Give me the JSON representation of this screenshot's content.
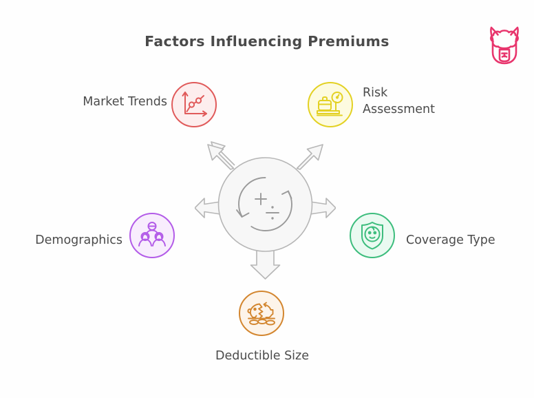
{
  "diagram": {
    "title": "Factors Influencing Premiums",
    "type": "radial-hub-and-spoke",
    "background_color": "#fefefe",
    "title_color": "#4a4a4a",
    "label_color": "#4b4b4b"
  },
  "logo": {
    "name": "alpaca-logo",
    "color": "#e8356d"
  },
  "hub": {
    "name": "central-hub",
    "fill_color": "#f7f7f7",
    "stroke_color": "#b5b5b5",
    "inner_icon": "recalculate-arrows-icon",
    "inner_symbols": [
      "+",
      "÷"
    ],
    "arrow_count": 5,
    "arrow_directions": [
      "up-left",
      "up-right",
      "left",
      "right",
      "down"
    ]
  },
  "nodes": [
    {
      "id": "market-trends",
      "label": "Market Trends",
      "icon": "line-chart-icon",
      "stroke_color": "#e05a5a",
      "fill_color": "#fdeeee",
      "position": "top-left"
    },
    {
      "id": "risk-assessment",
      "label": "Risk\nAssessment",
      "icon": "luggage-scale-icon",
      "stroke_color": "#e3d123",
      "fill_color": "#fdfbe0",
      "position": "top-right"
    },
    {
      "id": "demographics",
      "label": "Demographics",
      "icon": "family-group-icon",
      "stroke_color": "#b35ce8",
      "fill_color": "#f8edfd",
      "position": "middle-left"
    },
    {
      "id": "coverage-type",
      "label": "Coverage Type",
      "icon": "shield-baby-icon",
      "stroke_color": "#3dbd7d",
      "fill_color": "#eafaf1",
      "position": "middle-right"
    },
    {
      "id": "deductible-size",
      "label": "Deductible Size",
      "icon": "piggy-bank-coins-icon",
      "stroke_color": "#d3862f",
      "fill_color": "#fdf4ea",
      "position": "bottom"
    }
  ]
}
